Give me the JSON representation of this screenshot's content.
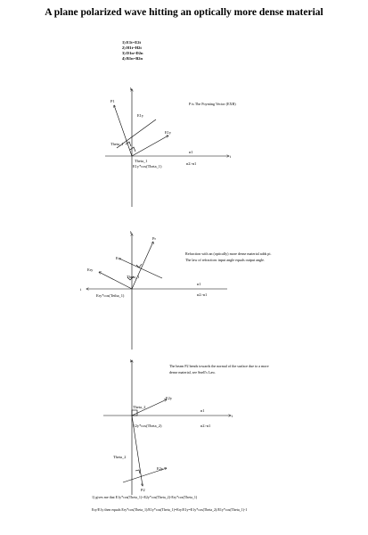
{
  "title": "A plane polarized wave hitting an optically more dense material",
  "boundary_conditions": [
    "1) E1t=E2t",
    "2) H1t=H2t",
    "3) D1n=D2n",
    "4) B1n=B2n"
  ],
  "diagram1": {
    "axis_x": "i",
    "axis_z": "k",
    "p1": "P1",
    "e1y_top": "E1y",
    "e1y_right": "E1y",
    "theta_upper": "Theta_1",
    "theta_lower": "Theta_1",
    "projection": "E1y*cos(Theta_1)",
    "n1": "n1",
    "n2n1": "n2>n1",
    "note": "P is The Poynting Vector (EXB)"
  },
  "diagram2": {
    "axis_x": "i",
    "axis_z": "k",
    "pr": "Pr",
    "ery_top": "Ery",
    "ery_left": "Ery",
    "theta": "Theta_1",
    "projection": "Ery*cos(Tetha_1)",
    "n1": "n1",
    "n2n1": "n2>n1",
    "note_line1": "Refraction with an (optically) more dense material adds pi.",
    "note_line2": "The law of refraction: input angle equals output angle."
  },
  "diagram3": {
    "axis_x": "i",
    "axis_z": "k",
    "p2": "P2",
    "e2y_top": "E2y",
    "e2y_bottom": "E2y",
    "theta_upper": "Theta_2",
    "theta_lower": "Theta_2",
    "projection": "E2y*cos(Theta_2)",
    "n1": "n1",
    "n2n1": "n2>n1",
    "note_line1": "The beam P2 bends towards the normal of the surface due to a more",
    "note_line2": "dense material, see Snell's Law."
  },
  "footer": {
    "line1": "1) gives me that E1y*cos(Theta_1)+E2y*cos(Theta_2)-Ery*cos(Theta_1)",
    "line2": "Ery/E1y then equals Ery*cos(Theta_1)/E1y*cos(Theta_1)=Ery/E1y=E1y*cos(Theta_2)/E1y*cos(Theta_1)-1"
  }
}
